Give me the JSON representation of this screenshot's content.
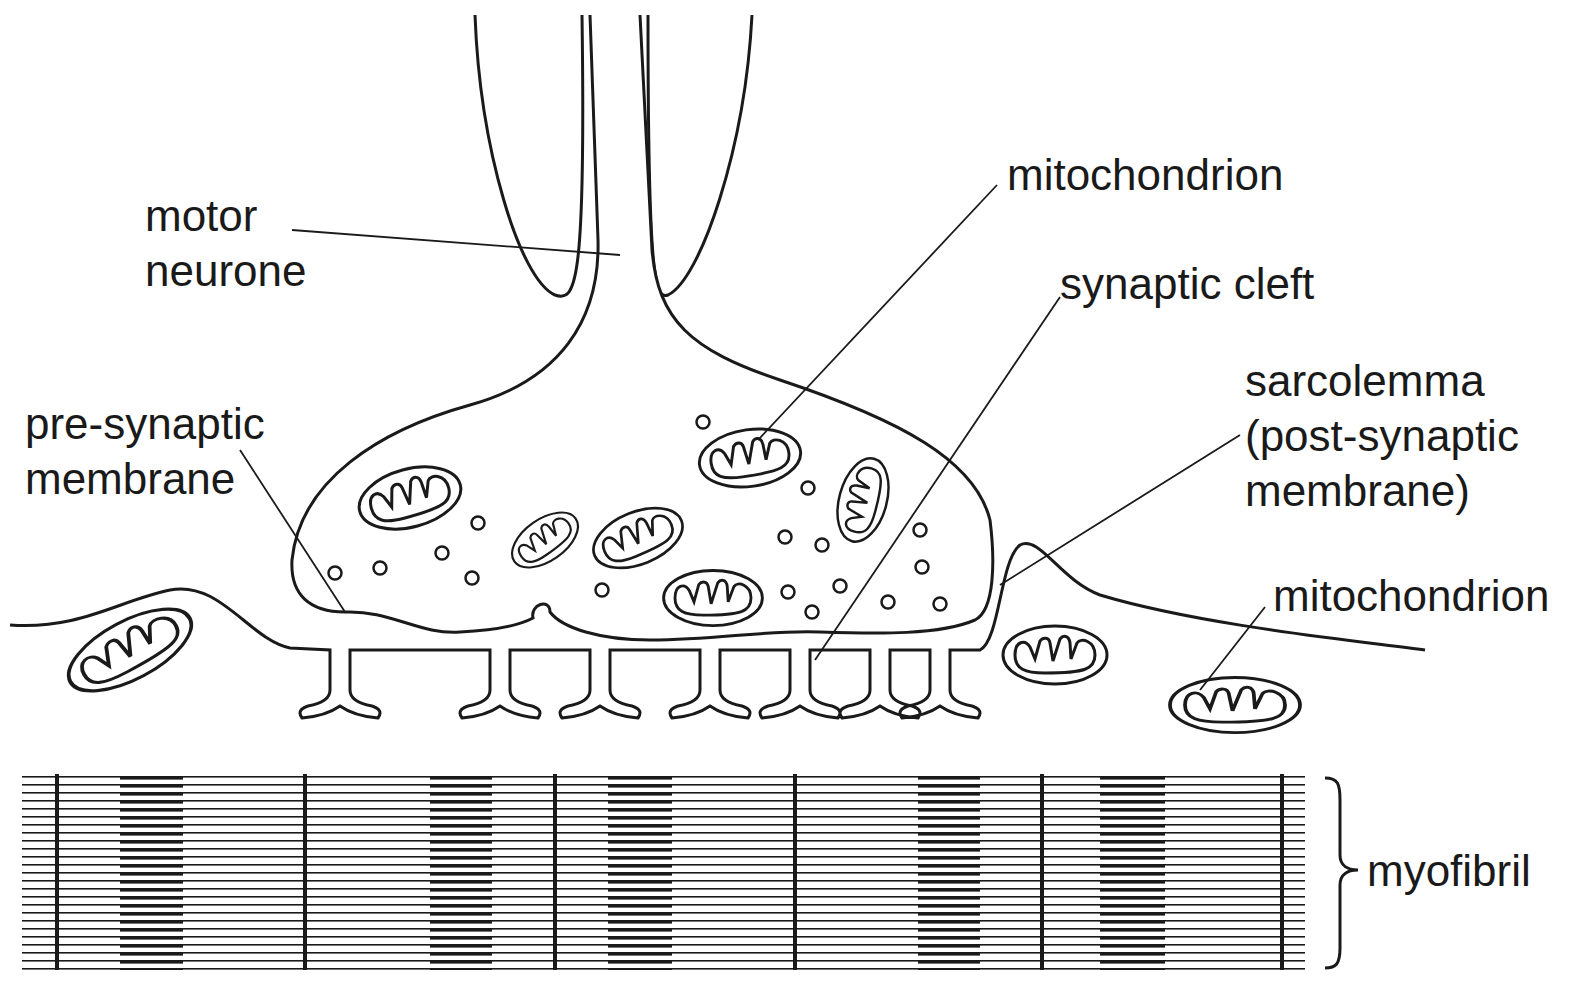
{
  "diagram": {
    "labels": [
      "mitochondrion",
      "motor neurone",
      "synaptic cleft",
      "sarcolemma (post-synaptic membrane)",
      "pre-synaptic membrane",
      "mitochondrion",
      "myofibril"
    ]
  }
}
